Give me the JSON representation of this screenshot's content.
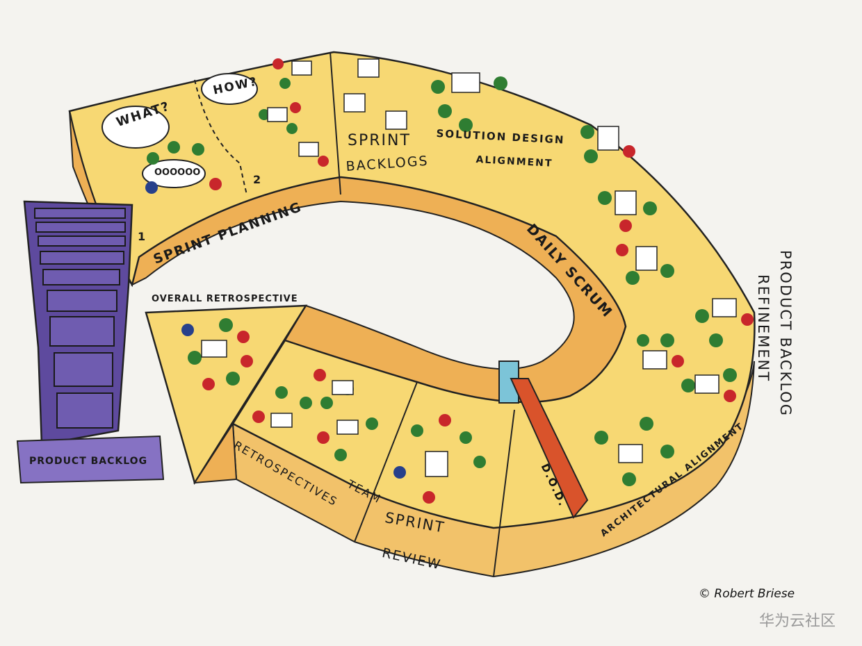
{
  "title": "Scrum framework at scale",
  "labels": {
    "what": "WHAT?",
    "how": "HOW?",
    "team_bubble": "OOOOOO",
    "step1": "1",
    "step2": "2",
    "sprint_planning": "SPRINT PLANNING",
    "sprint_backlogs_1": "SPRINT",
    "sprint_backlogs_2": "BACKLOGS",
    "solution_design_1": "SOLUTION DESIGN",
    "solution_design_2": "ALIGNMENT",
    "daily_scrum": "DAILY SCRUM",
    "refinement_1": "PRODUCT BACKLOG",
    "refinement_2": "REFINEMENT",
    "architectural_alignment": "ARCHITECTURAL ALIGNMENT",
    "dod": "D.O.D.",
    "sprint_review_1": "SPRINT",
    "sprint_review_2": "REVIEW",
    "team_retro_1": "TEAM",
    "team_retro_2": "RETROSPECTIVES",
    "overall_retro": "OVERALL RETROSPECTIVE",
    "product_backlog": "PRODUCT BACKLOG"
  },
  "credit": "© Robert Briese",
  "watermark": "华为云社区",
  "colors": {
    "band": "#f7d873",
    "band_edge": "#eeb055",
    "backlog": "#5e4a9e",
    "dod": "#d9532b",
    "dod_post": "#7cc4d8",
    "people_green": "#2f7d32",
    "people_red": "#c8262b",
    "people_blue": "#27408b"
  }
}
